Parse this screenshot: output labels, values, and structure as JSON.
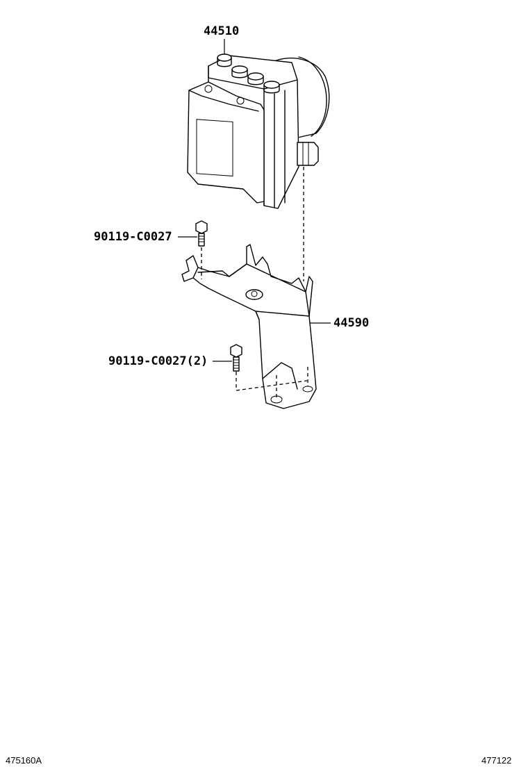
{
  "parts": {
    "abs_actuator": {
      "number": "44510"
    },
    "bolt_upper": {
      "number": "90119-C0027"
    },
    "bracket": {
      "number": "44590"
    },
    "bolt_lower": {
      "number": "90119-C0027(2)"
    }
  },
  "footer": {
    "left_code": "475160A",
    "right_code": "477122"
  }
}
